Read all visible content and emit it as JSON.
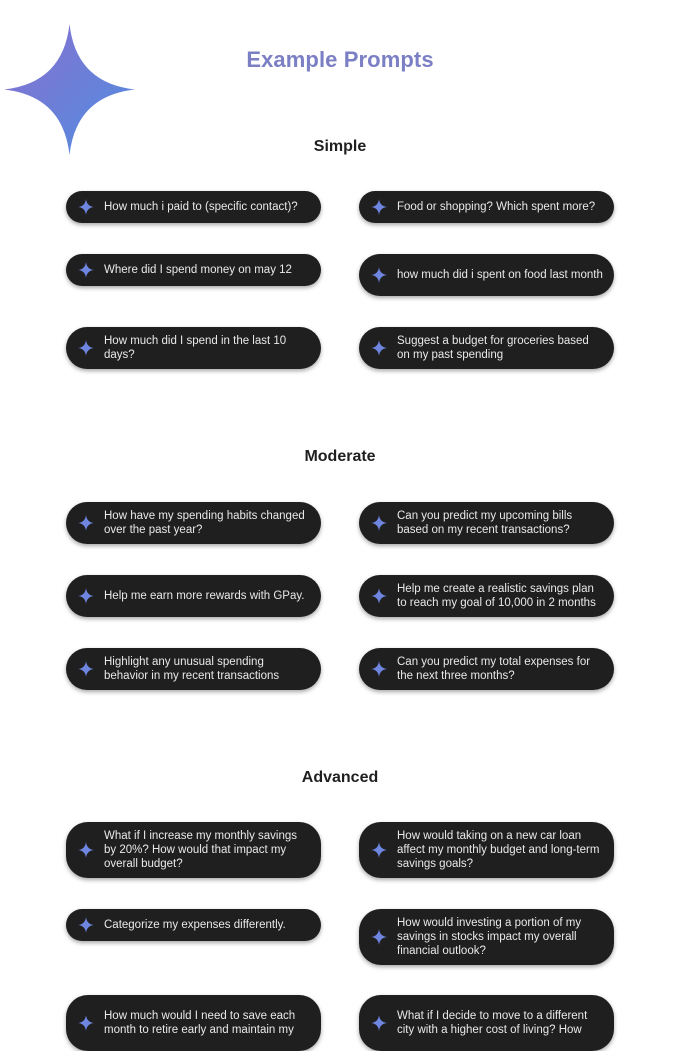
{
  "title": "Example Prompts",
  "colors": {
    "title": "#7b7fc4",
    "chip_background": "#1f1f1f",
    "chip_text": "#e9e9e9",
    "star_gradient_start": "#8a6fcf",
    "star_gradient_end": "#4f8ee0"
  },
  "icons": {
    "hero": "sparkle-star-icon",
    "chip": "sparkle-star-icon"
  },
  "sections": [
    {
      "title": "Simple",
      "prompts": [
        "How much i paid to (specific contact)?",
        "Food or shopping? Which spent more?",
        "Where did I spend money on may 12",
        "how much did i spent on food last month",
        "How much did I spend in the last 10 days?",
        "Suggest a budget for groceries based on my past spending"
      ]
    },
    {
      "title": "Moderate",
      "prompts": [
        "How have my spending habits changed over the past year?",
        "Can you predict my upcoming bills based on my recent transactions?",
        "Help me earn more rewards with GPay.",
        "Help me create a realistic savings plan to reach my goal of 10,000 in 2 months",
        "Highlight any unusual spending behavior in my recent transactions",
        "Can you predict my total expenses for the next three months?"
      ]
    },
    {
      "title": "Advanced",
      "prompts": [
        "What if I increase my monthly savings by 20%? How would that impact my overall budget?",
        "How would taking on a new car loan affect my monthly budget and long-term savings goals?",
        "Categorize my expenses differently.",
        "How would investing a portion of my savings in stocks impact my overall financial outlook?",
        "How much would I need to save each month to retire early and maintain my",
        "What if I decide to move to a different city with a higher cost of living? How"
      ]
    }
  ]
}
